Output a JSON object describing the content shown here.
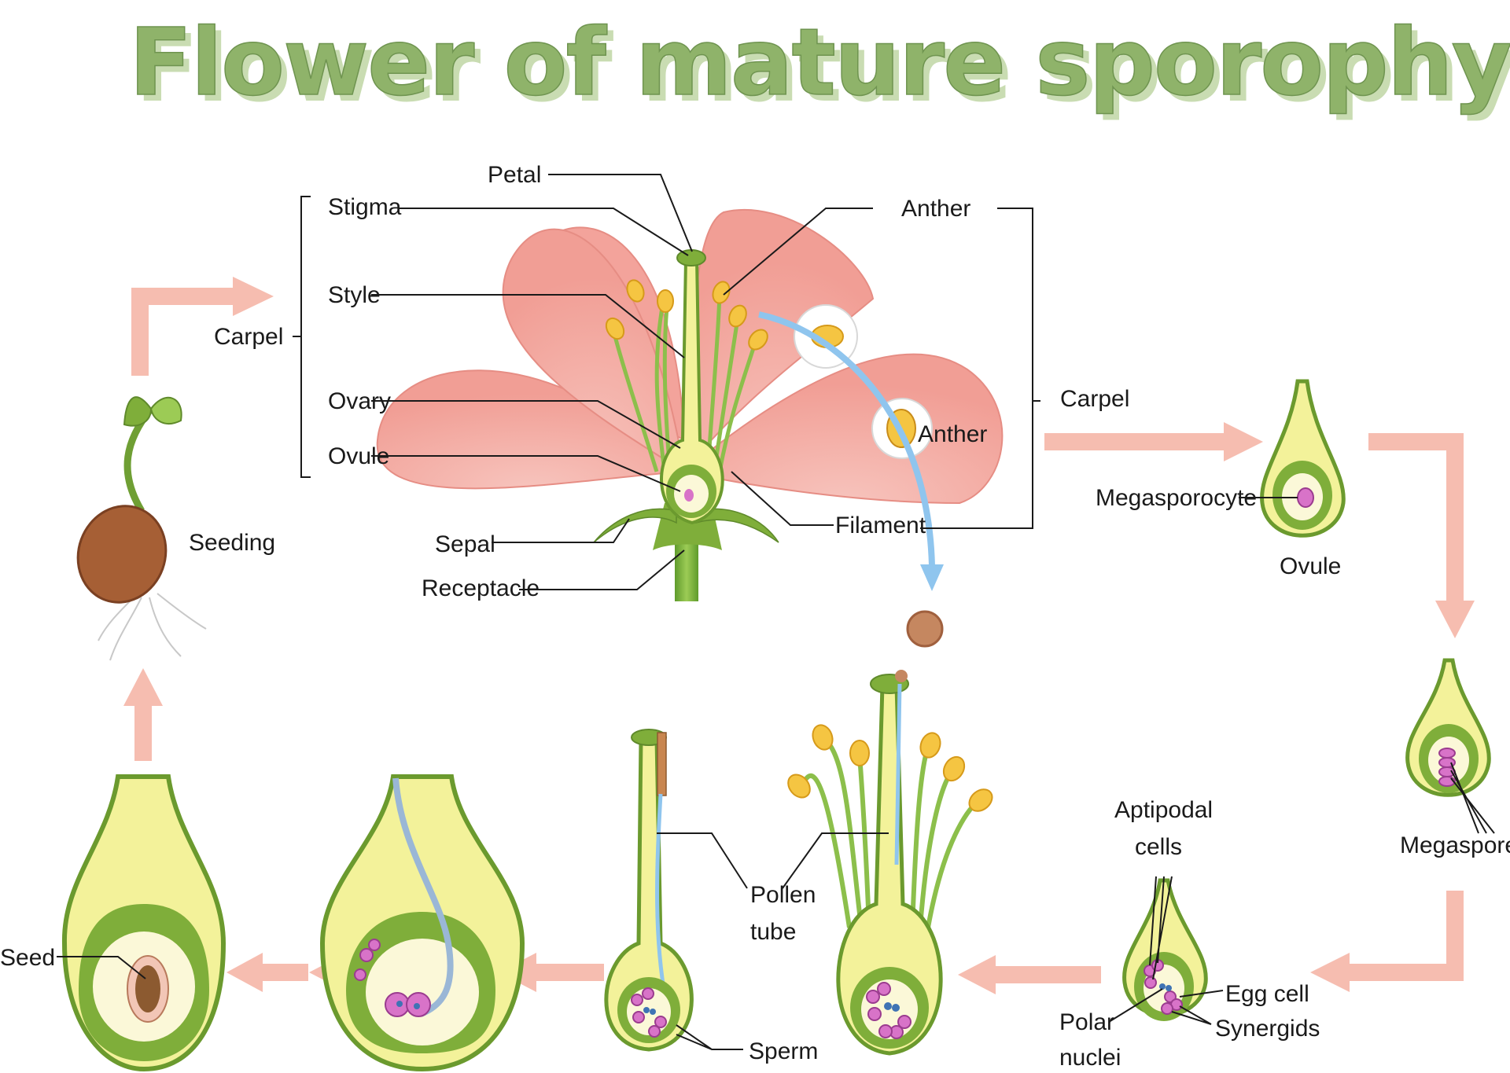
{
  "title": "Flower of mature sporophyte",
  "flower_labels": {
    "petal": "Petal",
    "stigma": "Stigma",
    "style": "Style",
    "ovary": "Ovary",
    "ovule": "Ovule",
    "carpel_left": "Carpel",
    "sepal": "Sepal",
    "receptacle": "Receptacle",
    "anther_top": "Anther",
    "anther_inset": "Anther",
    "filament": "Filament",
    "carpel_right": "Carpel"
  },
  "cycle_labels": {
    "seeding": "Seeding",
    "megasporocyte": "Megasporocyte",
    "ovule": "Ovule",
    "megaspores": "Megaspores",
    "aptipodal_line1": "Aptipodal",
    "aptipodal_line2": "cells",
    "egg_cell": "Egg  cell",
    "synergids": "Synergids",
    "polar_line1": "Polar",
    "polar_line2": "nuclei",
    "pollen_line1": "Pollen",
    "pollen_line2": "tube",
    "sperm": "Sperm",
    "seed": "Seed"
  },
  "colors": {
    "title": "#8fb36a",
    "petal": "#f4a9a1",
    "petal_dark": "#ec8f87",
    "leaf_green": "#7fae3a",
    "ovule_yellow": "#f3f29a",
    "arrow": "#f6bdb0",
    "pollen_path": "#8fc5ee",
    "cell_pink": "#d873c8"
  }
}
